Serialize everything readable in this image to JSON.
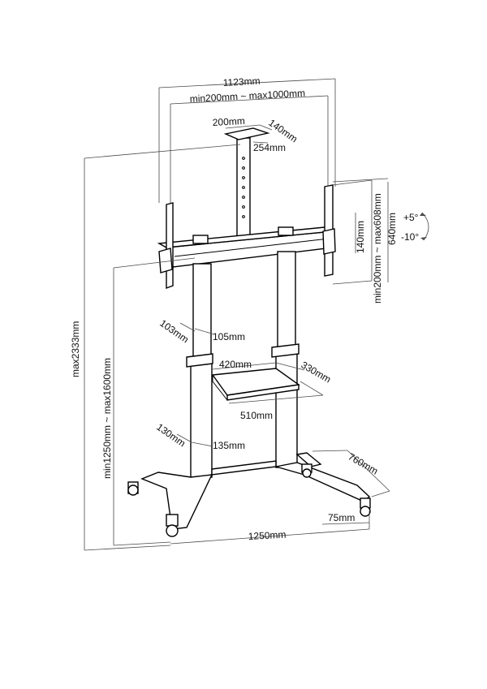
{
  "dimensions": {
    "overall_width": "1123mm",
    "vesa_width_range": "min200mm ~ max1000mm",
    "top_plate_width": "200mm",
    "top_plate_depth": "140mm",
    "top_plate_height": "254mm",
    "overall_height": "max2333mm",
    "height_range": "min1250mm ~ max1600mm",
    "vesa_height_range": "min200mm ~ max608mm",
    "bracket_height": "140mm",
    "bracket_total": "640mm",
    "tilt_up": "+5°",
    "tilt_down": "-10°",
    "upper_column_depth": "103mm",
    "upper_column_width": "105mm",
    "shelf_width": "420mm",
    "shelf_depth": "330mm",
    "shelf_outer": "510mm",
    "lower_column_depth": "130mm",
    "lower_column_width": "135mm",
    "base_depth": "760mm",
    "base_width": "1250mm",
    "caster_offset": "75mm"
  }
}
